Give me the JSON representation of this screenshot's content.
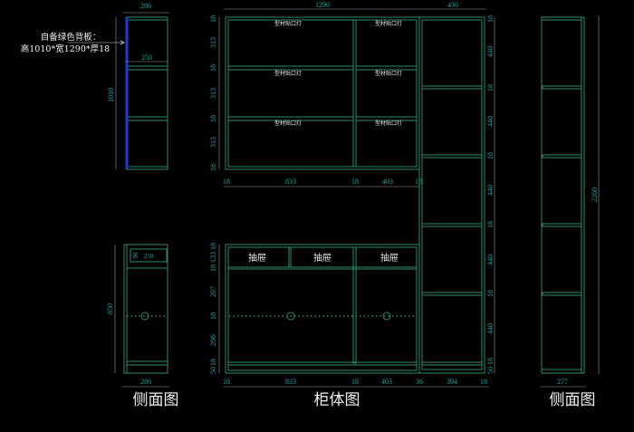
{
  "note": {
    "line1": "自备绿色背板：",
    "line2": "高1010*宽1290*厚18"
  },
  "titles": {
    "side_left": "侧面图",
    "cabinet": "柜体图",
    "side_right": "侧面图"
  },
  "shelf_label": "型材贴口灯",
  "drawer_label": "抽屉",
  "dims": {
    "top_side_width": "286",
    "top_side_inner": "258",
    "top_side_height": "1010",
    "upper_total_width": "1290",
    "tall_width": "430",
    "upper_left": [
      "18",
      "313",
      "18",
      "313",
      "18",
      "313",
      "18"
    ],
    "upper_bottom": [
      "18",
      "833",
      "18",
      "403",
      "18"
    ],
    "tall_right": [
      "18",
      "440",
      "18",
      "440",
      "18",
      "440",
      "18",
      "440",
      "18",
      "440",
      "50 18"
    ],
    "lower_left": [
      "18",
      "133",
      "18",
      "297",
      "18",
      "298",
      "18",
      "50"
    ],
    "lower_bottom": [
      "18",
      "833",
      "18",
      "403",
      "36",
      "394",
      "18"
    ],
    "lower_side_height": "850",
    "lower_side_drawer_h": "90",
    "lower_side_drawer_w": "250",
    "lower_side_width": "286",
    "right_side_height": "2260",
    "right_side_width": "277"
  },
  "colors": {
    "line": "#2a8a68",
    "dim_text": "#1fa3a3",
    "back_panel": "#1a3fd0"
  }
}
